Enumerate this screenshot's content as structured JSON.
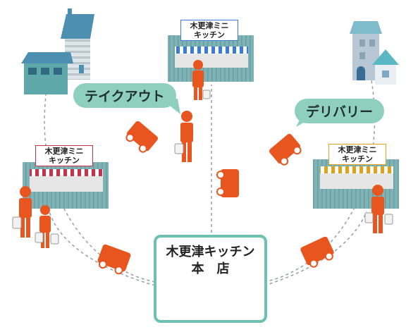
{
  "hq": {
    "line1": "木更津キッチン",
    "line2": "本　店"
  },
  "bubbles": {
    "takeout": "テイクアウト",
    "delivery": "デリバリー"
  },
  "kitchen_sign": {
    "line1": "木更津ミニ",
    "line2": "キッチン"
  },
  "colors": {
    "accent_teal": "#6cc1b2",
    "bubble_teal": "#8ed0bd",
    "person_orange": "#e8551e",
    "container_teal": "#7fb3b5",
    "awning_red": "#c8324b",
    "awning_blue": "#3a7bd5",
    "awning_yellow": "#e0a21a"
  },
  "icons": [
    "person-icon",
    "shopping-bag-icon",
    "delivery-van-icon",
    "building-icon",
    "house-icon",
    "pot-icon",
    "frying-pan-icon",
    "utensils-icon"
  ]
}
